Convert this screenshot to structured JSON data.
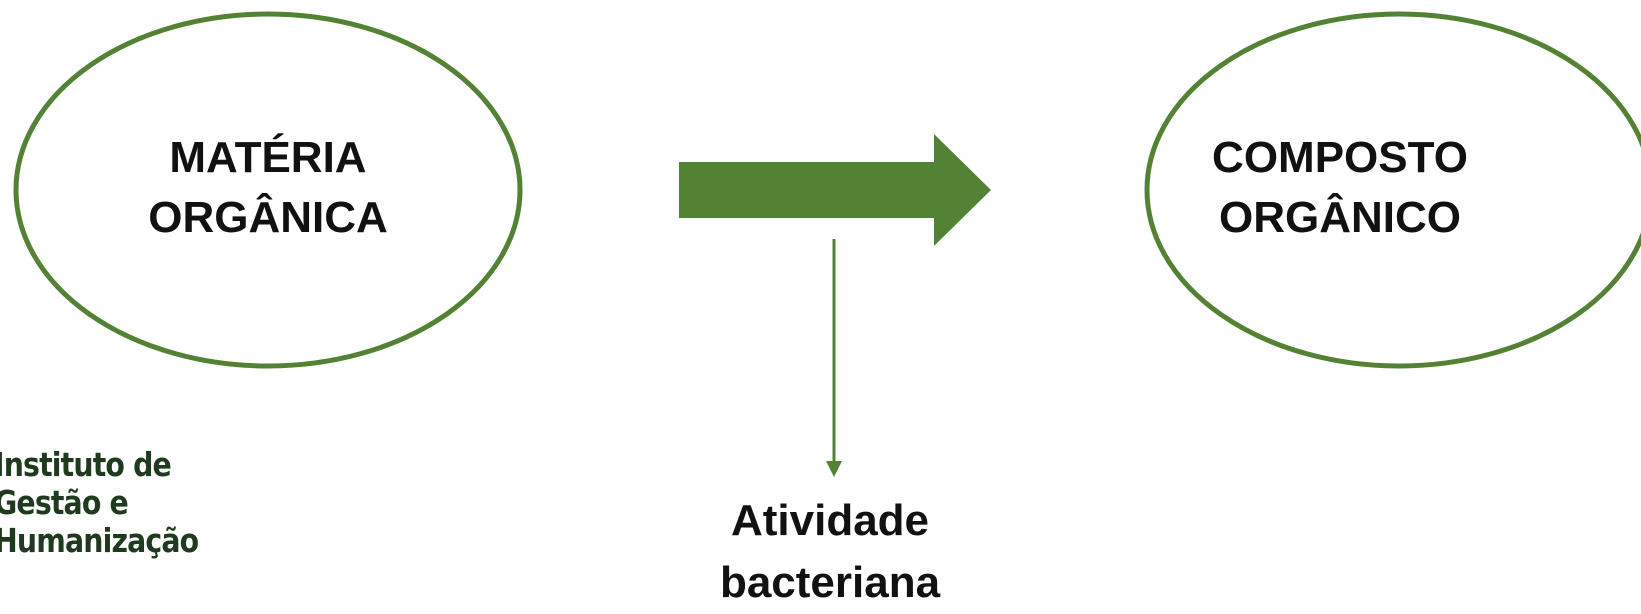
{
  "colors": {
    "accent": "#548235",
    "text": "#111111",
    "logo_text": "#1f3a1e"
  },
  "nodes": {
    "input": {
      "lines": [
        "MATÉRIA",
        "ORGÂNICA"
      ]
    },
    "output": {
      "lines": [
        "COMPOSTO",
        "ORGÂNICO"
      ]
    },
    "process": {
      "lines": [
        "Atividade",
        "bacteriana"
      ]
    }
  },
  "logo": {
    "lines": [
      "Instituto de",
      "Gestão e",
      "Humanização"
    ]
  }
}
